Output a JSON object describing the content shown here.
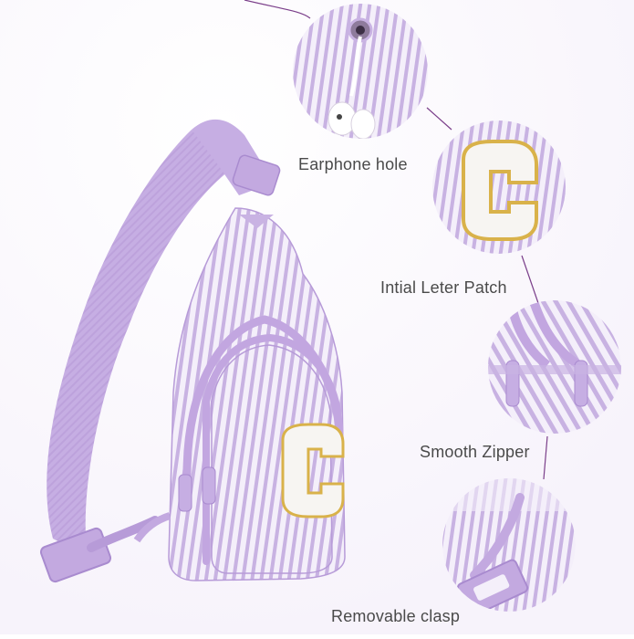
{
  "callouts": [
    {
      "id": "earphone",
      "label": "Earphone hole"
    },
    {
      "id": "patch",
      "label": "Intial Leter Patch"
    },
    {
      "id": "zipper",
      "label": "Smooth Zipper"
    },
    {
      "id": "clasp",
      "label": "Removable clasp"
    }
  ],
  "bag": {
    "patch_letter": "C",
    "colors": {
      "lavender": "#c9b3e3",
      "lavender_dark": "#b79bd8",
      "stripe_light": "#f4effa",
      "patch_white": "#f7f5f2",
      "patch_gold": "#d9b24a"
    }
  }
}
